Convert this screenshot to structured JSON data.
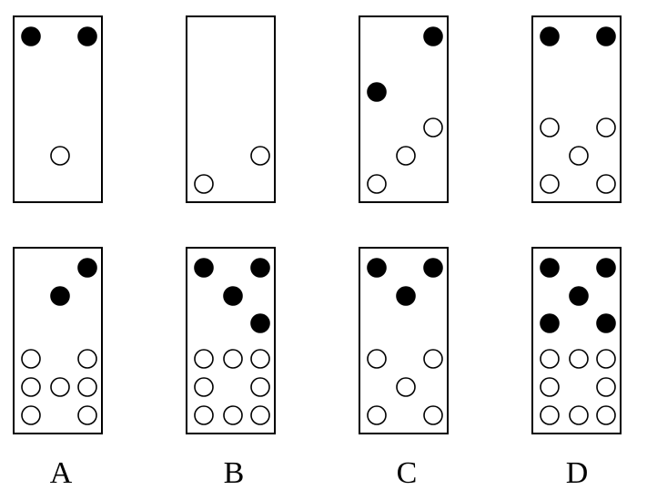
{
  "colors": {
    "stroke": "#000000",
    "filled_dot": "#000000",
    "hollow_dot": "#ffffff",
    "background": "#ffffff"
  },
  "options": [
    {
      "label": "A",
      "top_card": {
        "black_dots": [
          [
            0,
            0
          ],
          [
            2,
            0
          ]
        ],
        "white_dots": [
          [
            1,
            4
          ]
        ]
      },
      "bottom_card": {
        "black_dots": [
          [
            2,
            0
          ],
          [
            1,
            1
          ]
        ],
        "white_dots": [
          [
            0,
            3
          ],
          [
            2,
            3
          ],
          [
            0,
            4
          ],
          [
            1,
            4
          ],
          [
            2,
            4
          ],
          [
            0,
            5
          ],
          [
            2,
            5
          ]
        ]
      }
    },
    {
      "label": "B",
      "top_card": {
        "black_dots": [],
        "white_dots": [
          [
            2,
            4
          ],
          [
            0,
            5
          ]
        ]
      },
      "bottom_card": {
        "black_dots": [
          [
            0,
            0
          ],
          [
            2,
            0
          ],
          [
            1,
            1
          ],
          [
            2,
            2
          ]
        ],
        "white_dots": [
          [
            0,
            3
          ],
          [
            1,
            3
          ],
          [
            2,
            3
          ],
          [
            0,
            4
          ],
          [
            2,
            4
          ],
          [
            0,
            5
          ],
          [
            1,
            5
          ],
          [
            2,
            5
          ]
        ]
      }
    },
    {
      "label": "C",
      "top_card": {
        "black_dots": [
          [
            2,
            0
          ],
          [
            0,
            2
          ]
        ],
        "white_dots": [
          [
            2,
            3
          ],
          [
            1,
            4
          ],
          [
            0,
            5
          ]
        ]
      },
      "bottom_card": {
        "black_dots": [
          [
            0,
            0
          ],
          [
            2,
            0
          ],
          [
            1,
            1
          ]
        ],
        "white_dots": [
          [
            0,
            3
          ],
          [
            2,
            3
          ],
          [
            1,
            4
          ],
          [
            0,
            5
          ],
          [
            2,
            5
          ]
        ]
      }
    },
    {
      "label": "D",
      "top_card": {
        "black_dots": [
          [
            0,
            0
          ],
          [
            2,
            0
          ]
        ],
        "white_dots": [
          [
            0,
            3
          ],
          [
            2,
            3
          ],
          [
            1,
            4
          ],
          [
            0,
            5
          ],
          [
            2,
            5
          ]
        ]
      },
      "bottom_card": {
        "black_dots": [
          [
            0,
            0
          ],
          [
            2,
            0
          ],
          [
            1,
            1
          ],
          [
            0,
            2
          ],
          [
            2,
            2
          ]
        ],
        "white_dots": [
          [
            0,
            3
          ],
          [
            1,
            3
          ],
          [
            2,
            3
          ],
          [
            0,
            4
          ],
          [
            2,
            4
          ],
          [
            0,
            5
          ],
          [
            1,
            5
          ],
          [
            2,
            5
          ]
        ]
      }
    }
  ]
}
